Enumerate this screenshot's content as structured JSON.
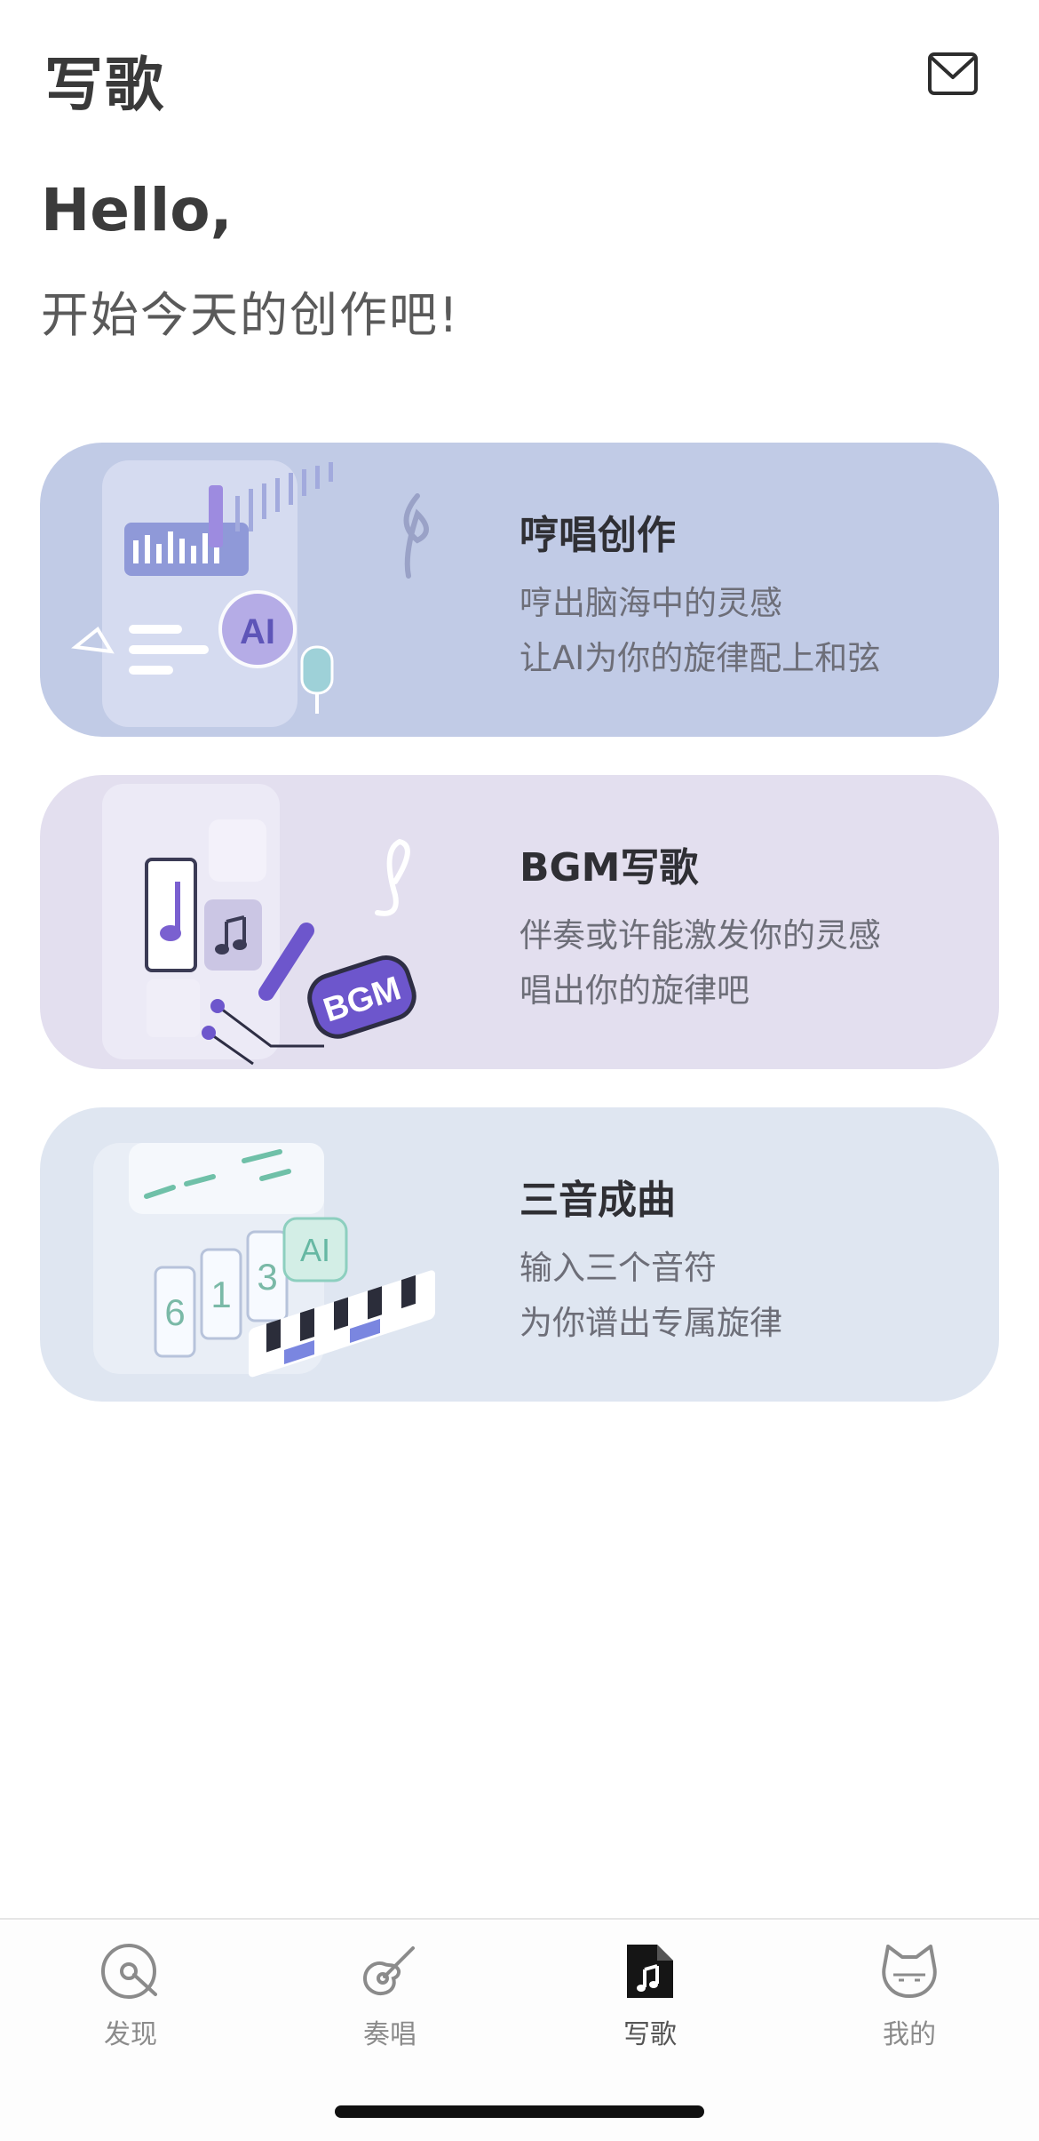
{
  "header": {
    "title": "写歌",
    "mail_icon": "mail-icon"
  },
  "greeting": {
    "hello": "Hello,",
    "subtitle": "开始今天的创作吧!"
  },
  "cards": [
    {
      "title": "哼唱创作",
      "line1": "哼出脑海中的灵感",
      "line2": "让AI为你的旋律配上和弦",
      "bg": "#c1cbe6"
    },
    {
      "title": "BGM写歌",
      "line1": "伴奏或许能激发你的灵感",
      "line2": "唱出你的旋律吧",
      "bg": "#e3dfef",
      "badge": "BGM"
    },
    {
      "title": "三音成曲",
      "line1": "输入三个音符",
      "line2": "为你谱出专属旋律",
      "bg": "#dfe6f1",
      "digits": [
        "6",
        "1",
        "3"
      ],
      "badge": "AI"
    }
  ],
  "card1_art": {
    "badge": "AI"
  },
  "tabs": [
    {
      "label": "发现",
      "icon": "vinyl-record-icon"
    },
    {
      "label": "奏唱",
      "icon": "guitar-icon"
    },
    {
      "label": "写歌",
      "icon": "music-document-icon",
      "active": true
    },
    {
      "label": "我的",
      "icon": "cat-face-icon"
    }
  ]
}
